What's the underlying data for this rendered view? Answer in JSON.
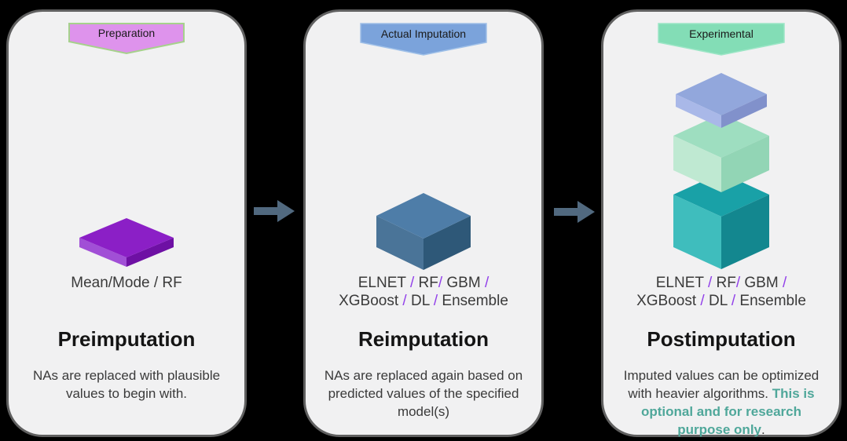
{
  "colors": {
    "background": "#000000",
    "panel_bg": "#F1F1F2",
    "panel_border": "#606060",
    "arrow": "#51697F",
    "slash": "#9240EA",
    "emphasis": "#4FA79A",
    "heading_text": "#141414",
    "body_text": "#3A3A3A"
  },
  "panels": [
    {
      "banner": {
        "label": "Preparation",
        "fill": "#DE93EC",
        "stroke": "#A6D18C"
      },
      "icon": {
        "name": "purple-slab",
        "top": "#8B1FC6",
        "left": "#A14FD6",
        "right": "#6E10A4"
      },
      "models": [
        [
          {
            "t": "Mean/Mode / RF"
          }
        ]
      ],
      "heading": "Preimputation",
      "description": [
        {
          "t": "NAs are replaced with plausible values to begin with."
        }
      ]
    },
    {
      "banner": {
        "label": "Actual Imputation",
        "fill": "#7BA3DB",
        "stroke": "#9FC0E8"
      },
      "icon": {
        "name": "blue-cube",
        "top": "#4E7DA8",
        "left": "#4A7498",
        "right": "#2E5878"
      },
      "models": [
        [
          {
            "t": "ELNET "
          },
          {
            "t": "/",
            "c": "slash"
          },
          {
            "t": " RF"
          },
          {
            "t": "/",
            "c": "slash"
          },
          {
            "t": " GBM "
          },
          {
            "t": "/",
            "c": "slash"
          }
        ],
        [
          {
            "t": "XGBoost "
          },
          {
            "t": "/",
            "c": "slash"
          },
          {
            "t": " DL "
          },
          {
            "t": "/",
            "c": "slash"
          },
          {
            "t": " Ensemble"
          }
        ]
      ],
      "heading": "Reimputation",
      "description": [
        {
          "t": "NAs are replaced again based on predicted values of the specified model(s)"
        }
      ]
    },
    {
      "banner": {
        "label": "Experimental",
        "fill": "#83DDB6",
        "stroke": "#9CE6C6"
      },
      "icon": {
        "name": "stacked-cubes",
        "slab": {
          "top": "#92A7DC",
          "left": "#A9B8E8",
          "right": "#8191CB"
        },
        "mint": {
          "top": "#9EDEC0",
          "left": "#BFE9D2",
          "right": "#92D5B5"
        },
        "teal": {
          "top": "#19A1A7",
          "left": "#3FBDBD",
          "right": "#13878F"
        }
      },
      "models": [
        [
          {
            "t": "ELNET "
          },
          {
            "t": "/",
            "c": "slash"
          },
          {
            "t": " RF"
          },
          {
            "t": "/",
            "c": "slash"
          },
          {
            "t": " GBM "
          },
          {
            "t": "/",
            "c": "slash"
          }
        ],
        [
          {
            "t": "XGBoost "
          },
          {
            "t": "/",
            "c": "slash"
          },
          {
            "t": " DL "
          },
          {
            "t": "/",
            "c": "slash"
          },
          {
            "t": " Ensemble"
          }
        ]
      ],
      "heading": "Postimputation",
      "description": [
        {
          "t": "Imputed values can be optimized with heavier algorithms. "
        },
        {
          "t": "This is optional and for research purpose only",
          "c": "em"
        },
        {
          "t": "."
        }
      ]
    }
  ]
}
